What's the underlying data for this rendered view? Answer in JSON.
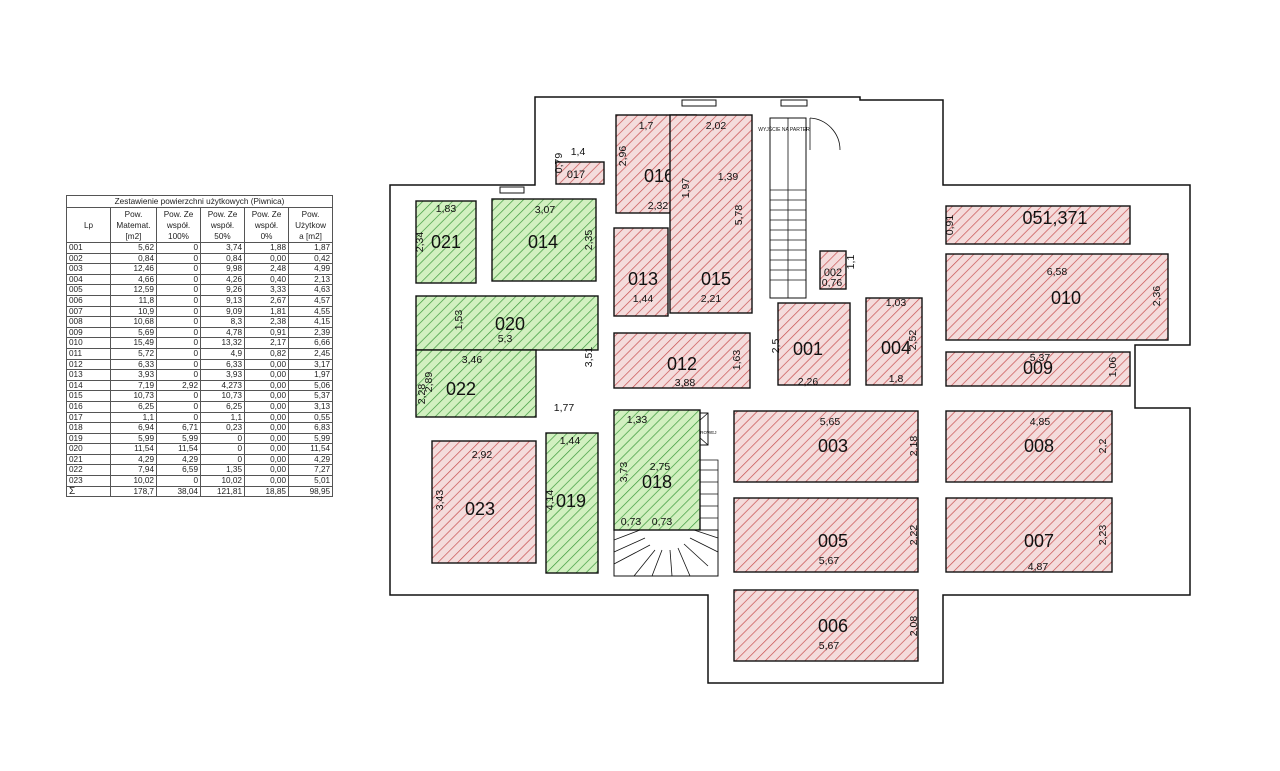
{
  "table": {
    "title": "Zestawienie powierzchni użytkowych (Piwnica)",
    "headers": [
      [
        "Lp"
      ],
      [
        "Pow.",
        "Matemat.",
        "[m2]"
      ],
      [
        "Pow. Ze",
        "współ.",
        "100%"
      ],
      [
        "Pow. Ze",
        "współ.",
        "50%"
      ],
      [
        "Pow. Ze",
        "współ.",
        "0%"
      ],
      [
        "Pow.",
        "Użytkow",
        "a [m2]"
      ]
    ],
    "rows": [
      [
        "001",
        "5,62",
        "0",
        "3,74",
        "1,88",
        "1,87"
      ],
      [
        "002",
        "0,84",
        "0",
        "0,84",
        "0,00",
        "0,42"
      ],
      [
        "003",
        "12,46",
        "0",
        "9,98",
        "2,48",
        "4,99"
      ],
      [
        "004",
        "4,66",
        "0",
        "4,26",
        "0,40",
        "2,13"
      ],
      [
        "005",
        "12,59",
        "0",
        "9,26",
        "3,33",
        "4,63"
      ],
      [
        "006",
        "11,8",
        "0",
        "9,13",
        "2,67",
        "4,57"
      ],
      [
        "007",
        "10,9",
        "0",
        "9,09",
        "1,81",
        "4,55"
      ],
      [
        "008",
        "10,68",
        "0",
        "8,3",
        "2,38",
        "4,15"
      ],
      [
        "009",
        "5,69",
        "0",
        "4,78",
        "0,91",
        "2,39"
      ],
      [
        "010",
        "15,49",
        "0",
        "13,32",
        "2,17",
        "6,66"
      ],
      [
        "011",
        "5,72",
        "0",
        "4,9",
        "0,82",
        "2,45"
      ],
      [
        "012",
        "6,33",
        "0",
        "6,33",
        "0,00",
        "3,17"
      ],
      [
        "013",
        "3,93",
        "0",
        "3,93",
        "0,00",
        "1,97"
      ],
      [
        "014",
        "7,19",
        "2,92",
        "4,273",
        "0,00",
        "5,06"
      ],
      [
        "015",
        "10,73",
        "0",
        "10,73",
        "0,00",
        "5,37"
      ],
      [
        "016",
        "6,25",
        "0",
        "6,25",
        "0,00",
        "3,13"
      ],
      [
        "017",
        "1,1",
        "0",
        "1,1",
        "0,00",
        "0,55"
      ],
      [
        "018",
        "6,94",
        "6,71",
        "0,23",
        "0,00",
        "6,83"
      ],
      [
        "019",
        "5,99",
        "5,99",
        "0",
        "0,00",
        "5,99"
      ],
      [
        "020",
        "11,54",
        "11,54",
        "0",
        "0,00",
        "11,54"
      ],
      [
        "021",
        "4,29",
        "4,29",
        "0",
        "0,00",
        "4,29"
      ],
      [
        "022",
        "7,94",
        "6,59",
        "1,35",
        "0,00",
        "7,27"
      ],
      [
        "023",
        "10,02",
        "0",
        "10,02",
        "0,00",
        "5,01"
      ]
    ],
    "total": [
      "Σ",
      "178,7",
      "38,04",
      "121,81",
      "18,85",
      "98,95"
    ]
  },
  "colors": {
    "green_fill": "#d2f0c0",
    "green_stroke": "#3c9a3c",
    "red_fill": "#f4dcdc",
    "red_hatch": "#c85050",
    "outline": "#111111"
  },
  "plan": {
    "rooms": [
      {
        "id": "021",
        "label": "021",
        "zone": "green"
      },
      {
        "id": "014",
        "label": "014",
        "zone": "green"
      },
      {
        "id": "020",
        "label": "020",
        "zone": "green"
      },
      {
        "id": "022",
        "label": "022",
        "zone": "green"
      },
      {
        "id": "023",
        "label": "023",
        "zone": "red"
      },
      {
        "id": "019",
        "label": "019",
        "zone": "green"
      },
      {
        "id": "018",
        "label": "018",
        "zone": "green"
      },
      {
        "id": "017",
        "label": "017",
        "zone": "red"
      },
      {
        "id": "016",
        "label": "016",
        "zone": "red"
      },
      {
        "id": "013",
        "label": "013",
        "zone": "red"
      },
      {
        "id": "015",
        "label": "015",
        "zone": "red"
      },
      {
        "id": "012",
        "label": "012",
        "zone": "red"
      },
      {
        "id": "002",
        "label": "002",
        "zone": "red"
      },
      {
        "id": "001",
        "label": "001",
        "zone": "red"
      },
      {
        "id": "004",
        "label": "004",
        "zone": "red"
      },
      {
        "id": "011",
        "label": "051,371",
        "zone": "red"
      },
      {
        "id": "010",
        "label": "010",
        "zone": "red"
      },
      {
        "id": "009",
        "label": "009",
        "zone": "red"
      },
      {
        "id": "003",
        "label": "003",
        "zone": "red"
      },
      {
        "id": "008",
        "label": "008",
        "zone": "red"
      },
      {
        "id": "005",
        "label": "005",
        "zone": "red"
      },
      {
        "id": "007",
        "label": "007",
        "zone": "red"
      },
      {
        "id": "006",
        "label": "006",
        "zone": "red"
      }
    ],
    "dimensions": [
      "1,83",
      "2,34",
      "3,07",
      "2,35",
      "1,53",
      "5,3",
      "3,51",
      "3,46",
      "2,89",
      "2,28",
      "1,77",
      "2,92",
      "3,43",
      "1,44",
      "4,14",
      "1,33",
      "3,73",
      "2,75",
      "0,73",
      "0,73",
      "1,4",
      "0,79",
      "1,7",
      "2,02",
      "2,96",
      "1,97",
      "2,32",
      "1,39",
      "5,78",
      "1,44",
      "2,21",
      "1,63",
      "3,88",
      "0,76",
      "1,1",
      "2,5",
      "2,26",
      "1,03",
      "2,52",
      "1,8",
      "0,91",
      "6,58",
      "2,36",
      "5,37",
      "1,06",
      "5,65",
      "2,18",
      "4,85",
      "2,2",
      "2,22",
      "5,67",
      "2,23",
      "4,87",
      "2,08",
      "5,67"
    ],
    "notes": {
      "exit": "WYJŚCIE NA PARTER",
      "shaft": "SZYBOWY TOWAROWEJ"
    }
  }
}
